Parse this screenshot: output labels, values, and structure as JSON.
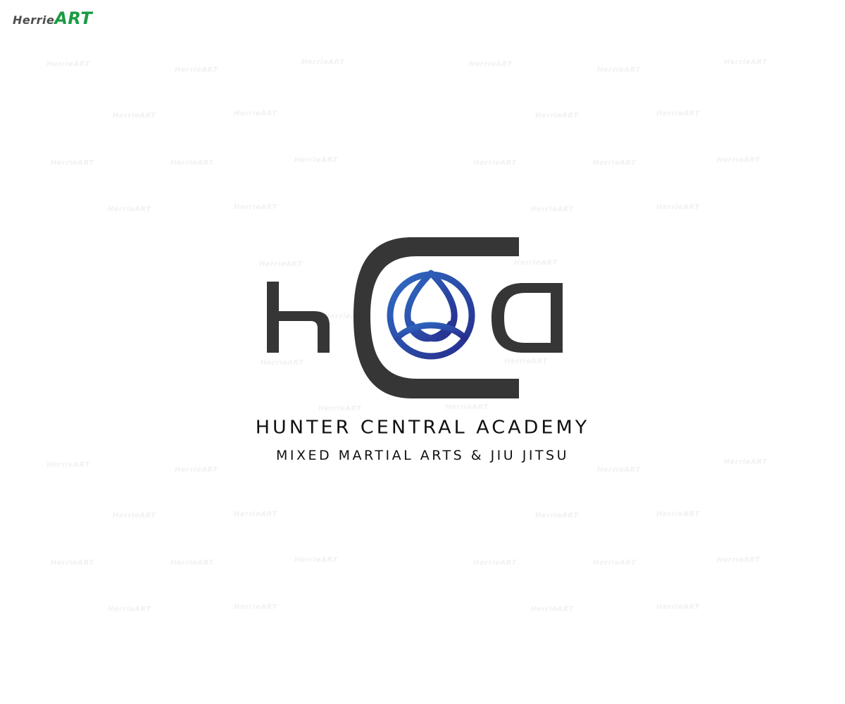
{
  "brand": {
    "logo_part1": "Herrie",
    "logo_part2": "ART",
    "colors": {
      "gray": "#4d4d4d",
      "green": "#1a9b44"
    }
  },
  "watermark_text": "HerrieART",
  "logo": {
    "monogram": "HCA",
    "icon": "triquetra-icon",
    "colors": {
      "letters": "#363636",
      "knot_light": "#2f5fb8",
      "knot_dark": "#2a2f8e"
    },
    "name": "HUNTER CENTRAL ACADEMY",
    "subtitle": "MIXED MARTIAL ARTS & JIU JITSU"
  }
}
